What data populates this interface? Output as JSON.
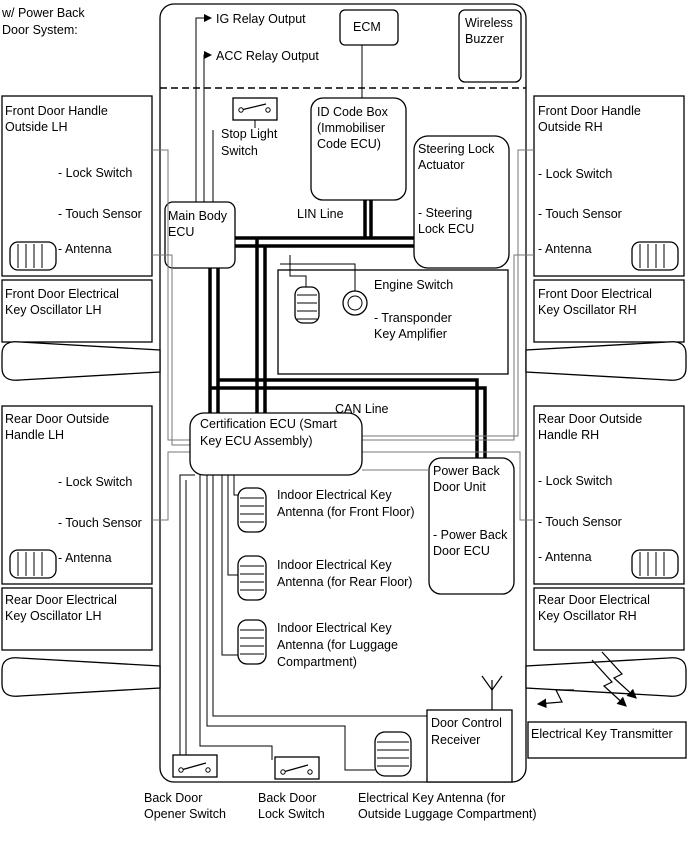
{
  "header": {
    "line1": "w/ Power Back",
    "line2": "Door System:"
  },
  "outputs": {
    "ig": "IG Relay Output",
    "acc": "ACC Relay Output"
  },
  "ecm": "ECM",
  "wireless_buzzer": [
    "Wireless",
    "Buzzer"
  ],
  "stop_light_switch": [
    "Stop Light",
    "Switch"
  ],
  "id_code_box": [
    "ID Code Box",
    "(Immobiliser",
    "Code ECU)"
  ],
  "steering_lock": [
    "Steering Lock",
    "Actuator",
    "- Steering",
    "Lock ECU"
  ],
  "main_body_ecu": [
    "Main Body",
    "ECU"
  ],
  "lin_line": "LIN Line",
  "engine_switch": [
    "Engine Switch",
    "- Transponder",
    "Key Amplifier"
  ],
  "can_line": "CAN Line",
  "certification_ecu": [
    "Certification ECU (Smart",
    "Key ECU Assembly)"
  ],
  "power_back_door": [
    "Power Back",
    "Door Unit",
    "- Power Back",
    "Door ECU"
  ],
  "front_lh": {
    "title": [
      "Front Door Handle",
      "Outside LH"
    ],
    "items": [
      "- Lock Switch",
      "- Touch Sensor",
      "- Antenna"
    ]
  },
  "front_rh": {
    "title": [
      "Front Door Handle",
      "Outside RH"
    ],
    "items": [
      "- Lock Switch",
      "- Touch Sensor",
      "- Antenna"
    ]
  },
  "front_osc_lh": [
    "Front Door Electrical",
    "Key Oscillator LH"
  ],
  "front_osc_rh": [
    "Front Door Electrical",
    "Key Oscillator RH"
  ],
  "rear_lh": {
    "title": [
      "Rear Door Outside",
      "Handle LH"
    ],
    "items": [
      "- Lock Switch",
      "- Touch Sensor",
      "- Antenna"
    ]
  },
  "rear_rh": {
    "title": [
      "Rear Door Outside",
      "Handle RH"
    ],
    "items": [
      "- Lock Switch",
      "- Touch Sensor",
      "- Antenna"
    ]
  },
  "rear_osc_lh": [
    "Rear Door Electrical",
    "Key Oscillator LH"
  ],
  "rear_osc_rh": [
    "Rear Door Electrical",
    "Key Oscillator RH"
  ],
  "indoor_front": [
    "Indoor Electrical Key",
    "Antenna (for Front Floor)"
  ],
  "indoor_rear": [
    "Indoor Electrical Key",
    "Antenna (for Rear Floor)"
  ],
  "indoor_luggage": [
    "Indoor Electrical Key",
    "Antenna (for Luggage",
    "Compartment)"
  ],
  "door_control_receiver": [
    "Door Control",
    "Receiver"
  ],
  "electrical_key_transmitter": "Electrical Key Transmitter",
  "back_door_opener": [
    "Back Door",
    "Opener Switch"
  ],
  "back_door_lock": [
    "Back Door",
    "Lock Switch"
  ],
  "outside_luggage_antenna": [
    "Electrical Key Antenna (for",
    "Outside Luggage Compartment)"
  ]
}
